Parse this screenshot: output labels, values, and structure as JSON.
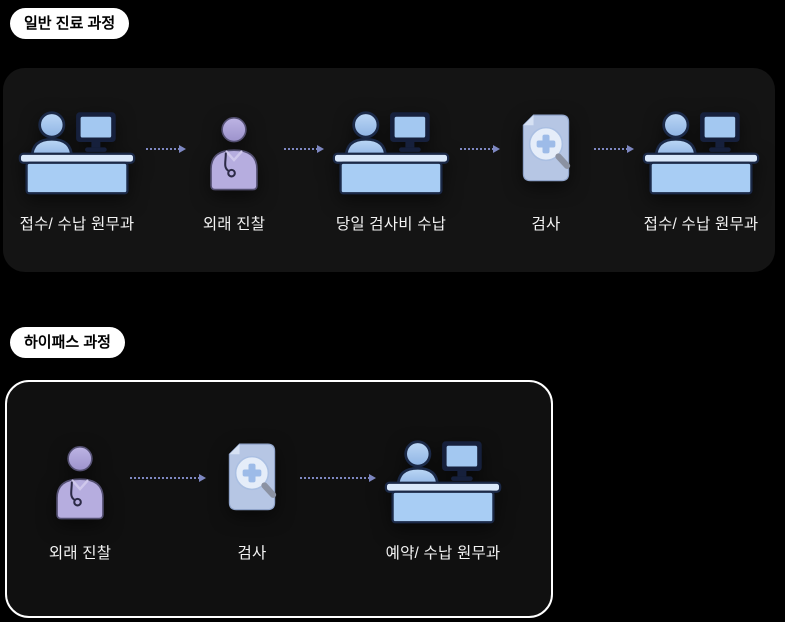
{
  "sections": [
    {
      "badge": "일반 진료 과정",
      "steps": [
        {
          "icon": "receptionist-desk",
          "label": "접수/ 수납 원무과"
        },
        {
          "icon": "doctor",
          "label": "외래 진찰"
        },
        {
          "icon": "receptionist-desk",
          "label": "당일 검사비 수납"
        },
        {
          "icon": "medical-exam",
          "label": "검사"
        },
        {
          "icon": "receptionist-desk",
          "label": "접수/ 수납 원무과"
        }
      ]
    },
    {
      "badge": "하이패스 과정",
      "steps": [
        {
          "icon": "doctor",
          "label": "외래 진찰"
        },
        {
          "icon": "medical-exam",
          "label": "검사"
        },
        {
          "icon": "receptionist-desk",
          "label": "예약/ 수납 원무과"
        }
      ]
    }
  ],
  "colors": {
    "background": "#000000",
    "panel": "#141414",
    "panel_border": "#ffffff",
    "badge_bg": "#ffffff",
    "badge_text": "#000000",
    "label_text": "#f4f4f4",
    "arrow": "#7e88c2",
    "icon_blue": "#a8cdf4",
    "icon_purple": "#b6addf"
  }
}
